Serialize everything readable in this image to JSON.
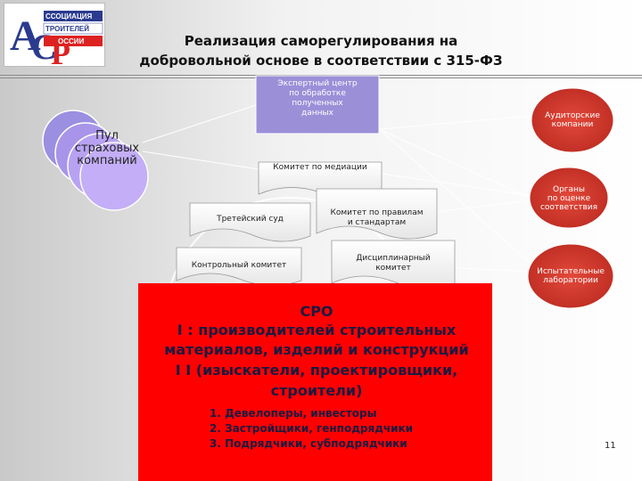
{
  "logo": {
    "lines": [
      "ССОЦИАЦИЯ",
      "ТРОИТЕЛЕЙ",
      "ОССИИ"
    ],
    "letters": "АСР"
  },
  "title": {
    "line1": "Реализация саморегулирования на",
    "line2": "добровольной  основе в соответствии с 315-ФЗ"
  },
  "expert_center": {
    "lines": [
      "Экспертный центр",
      "по обработке",
      "полученных",
      "данных"
    ]
  },
  "insurance_pool": {
    "lines": [
      "Пул",
      "страховых",
      "компаний"
    ]
  },
  "mediation": {
    "label": "Комитет по медиации"
  },
  "arbitration": {
    "label": "Третейский суд"
  },
  "rules_committee": {
    "lines": [
      "Комитет по правилам",
      "и стандартам"
    ]
  },
  "control_committee": {
    "label": "Контрольный комитет"
  },
  "disciplinary": {
    "lines": [
      "Дисциплинарный",
      "комитет"
    ]
  },
  "audit": {
    "lines": [
      "Аудиторские",
      "компании"
    ]
  },
  "assessment": {
    "lines": [
      "Органы",
      "по оценке",
      "соответствия"
    ]
  },
  "labs": {
    "lines": [
      "Испытательные",
      "лаборатории"
    ]
  },
  "sro": {
    "title": "СРО",
    "lines": [
      "I : производителей строительных",
      "материалов, изделий и конструкций",
      "I I (изыскатели, проектировщики,",
      "строители)"
    ],
    "items": [
      "1.  Девелоперы, инвесторы",
      "2.  Застройщики, генподрядчики",
      "3.  Подрядчики, субподрядчики"
    ]
  },
  "page_number": "11",
  "colors": {
    "sro_red": "#ff0000",
    "ellipse_red": "#d23a2e",
    "expert_violet": "#9b8fd8",
    "circle_violet": "#b59cf0",
    "navy_text": "#1a1a40"
  }
}
